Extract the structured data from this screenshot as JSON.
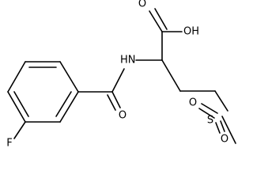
{
  "molecule": {
    "atoms": {
      "carboxylic_oh": "OH",
      "carbonyl_o": "O",
      "amide_nh": "HN",
      "amide_o": "O",
      "fluorine": "F",
      "sulfur": "S",
      "sulfonyl_o_top": "O",
      "sulfonyl_o_right": "O"
    },
    "colors": {
      "bonds": "#000000",
      "labels": "#000000",
      "background": "#ffffff"
    }
  }
}
